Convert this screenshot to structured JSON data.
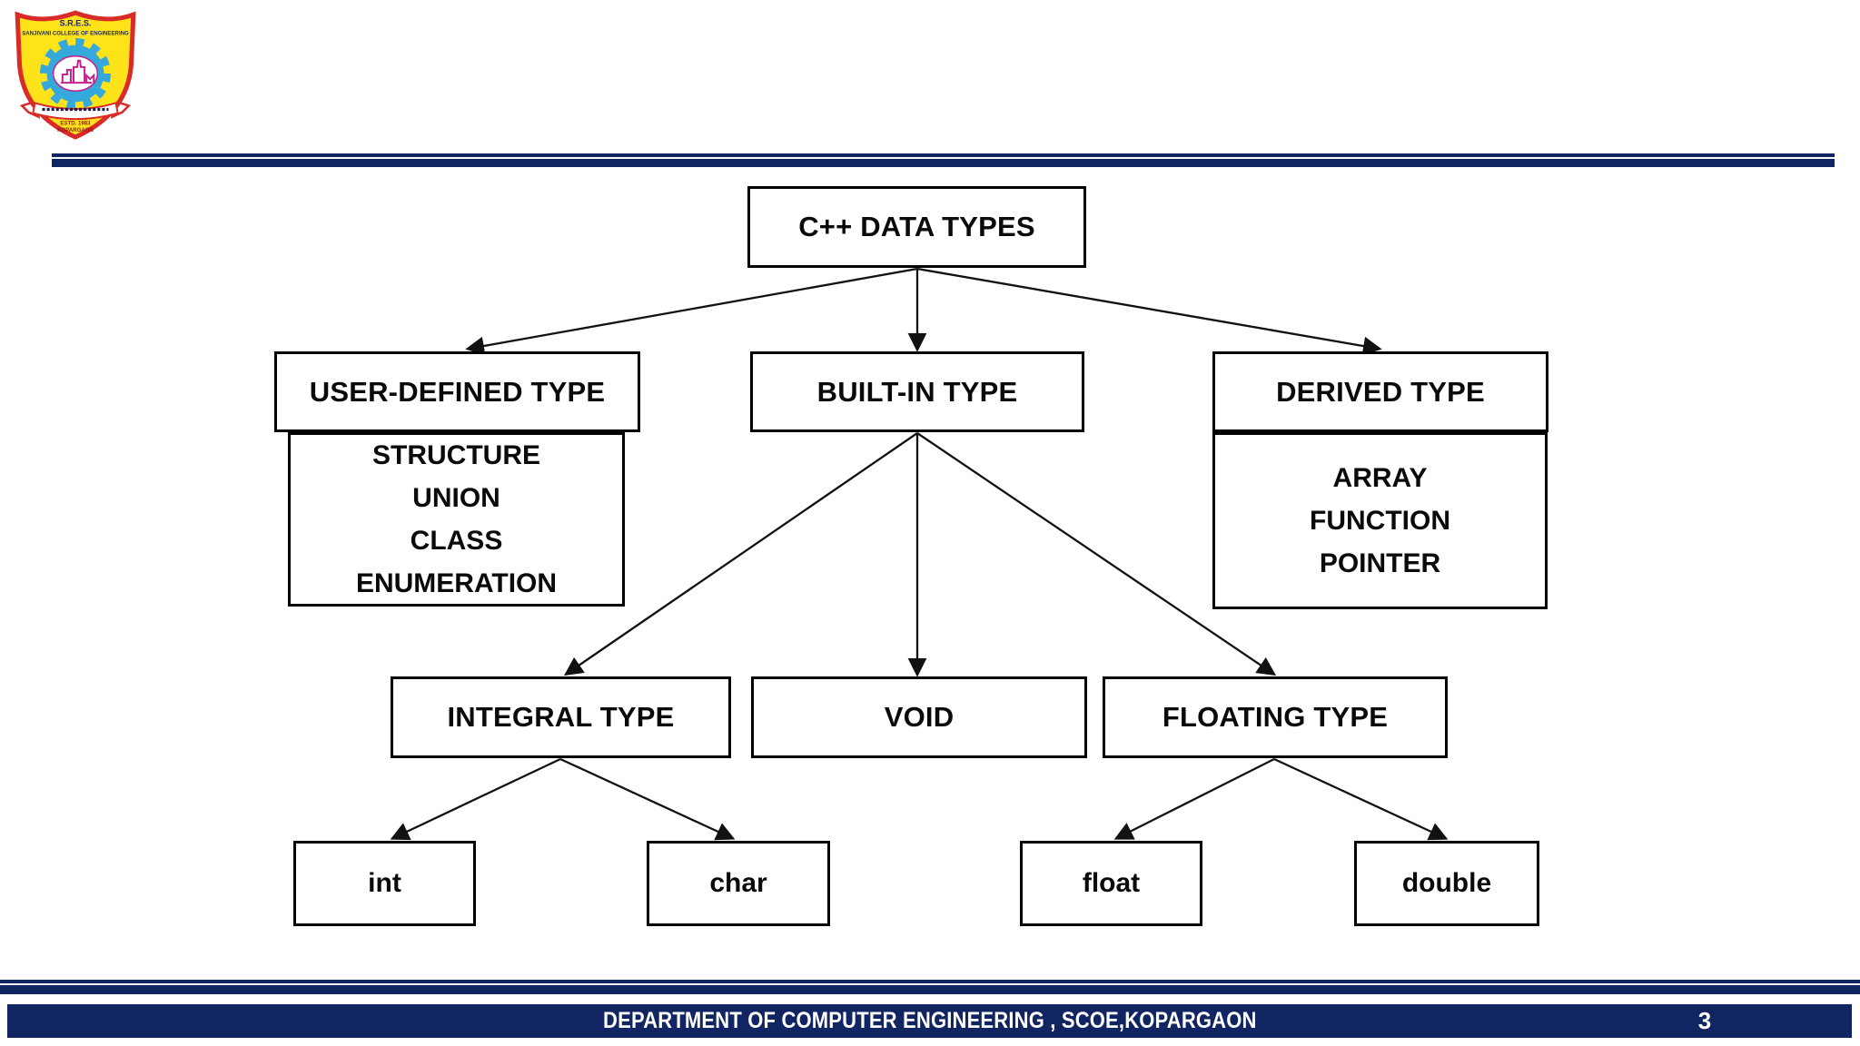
{
  "slide": {
    "page_number": "3",
    "footer": "DEPARTMENT OF COMPUTER ENGINEERING , SCOE,KOPARGAON"
  },
  "logo": {
    "org_abbr": "S.R.E.S.",
    "org_name": "SANJIVANI COLLEGE OF ENGINEERING",
    "estd": "ESTD. 1983",
    "city": "KOPARGAON"
  },
  "colors": {
    "navy": "#112563",
    "box_border": "#000000",
    "line": "#111111",
    "logo_red": "#d92b27",
    "logo_yellow": "#ffe31a",
    "logo_blue": "#35a8dc",
    "logo_magenta": "#c4228c"
  },
  "diagram": {
    "title": "C++ DATA TYPES",
    "user_defined": {
      "label": "USER-DEFINED TYPE",
      "items": [
        "STRUCTURE",
        "UNION",
        "CLASS",
        "ENUMERATION"
      ]
    },
    "built_in": {
      "label": "BUILT-IN TYPE"
    },
    "derived": {
      "label": "DERIVED TYPE",
      "items": [
        "ARRAY",
        "FUNCTION",
        "POINTER"
      ]
    },
    "built_in_children": [
      {
        "label": "INTEGRAL TYPE"
      },
      {
        "label": "VOID"
      },
      {
        "label": "FLOATING TYPE"
      }
    ],
    "integral_children": [
      {
        "label": "int"
      },
      {
        "label": "char"
      }
    ],
    "floating_children": [
      {
        "label": "float"
      },
      {
        "label": "double"
      }
    ]
  }
}
